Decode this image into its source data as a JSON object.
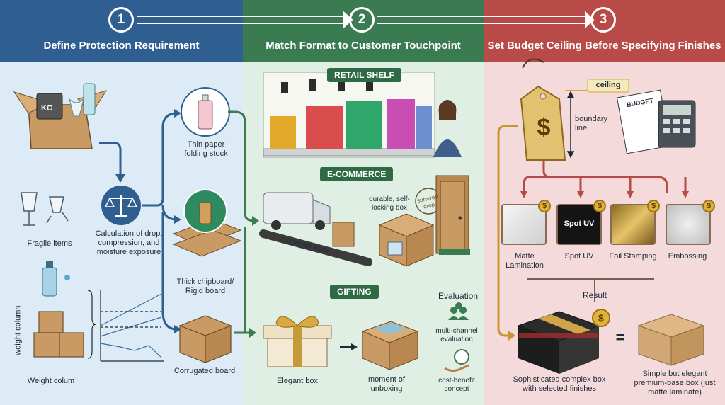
{
  "steps": [
    {
      "num": "1",
      "title": "Define Protection Requirement"
    },
    {
      "num": "2",
      "title": "Match Format to Customer Touchpoint"
    },
    {
      "num": "3",
      "title": "Set Budget Ceiling Before Specifying Finishes"
    }
  ],
  "panel1": {
    "fragile": "Fragile items",
    "calc": "Calculation of drop, compression, and moisture exposure",
    "weight_axis": "weight column",
    "weight_label": "Weight colum",
    "paper": "Thin paper folding stock",
    "chipboard": "Thick chipboard/ Rigid board",
    "corrugated": "Corrugated board",
    "kg": "KG"
  },
  "panel2": {
    "retail": "RETAIL SHELF",
    "ecommerce": "E-COMMERCE",
    "durable": "durable, self-locking box",
    "stamp": "survived drop",
    "conveyor": "conveyor bath",
    "gifting": "GIFTING",
    "elegant": "Elegant box",
    "unboxing": "moment of unboxing",
    "evaluation": "Evaluation",
    "multichannel": "multi-channel evaluation",
    "costbenefit": "cost-benefit concept"
  },
  "panel3": {
    "ceiling": "ceiling",
    "boundary": "boundary line",
    "budget": "BUDGET",
    "dollar": "$",
    "finishes": [
      "Matte Lamination",
      "Spot UV",
      "Foil Stamping",
      "Embossing"
    ],
    "spotuv_text": "Spot UV",
    "result": "Result",
    "complex": "Sophisticated complex box with selected finishes",
    "equals": "=",
    "simple": "Simple but elegant premium-base box (just matte laminate)"
  },
  "colors": {
    "blue": "#2f5f91",
    "green": "#3a7b52",
    "red": "#b84a47",
    "kraft": "#c99a63"
  }
}
